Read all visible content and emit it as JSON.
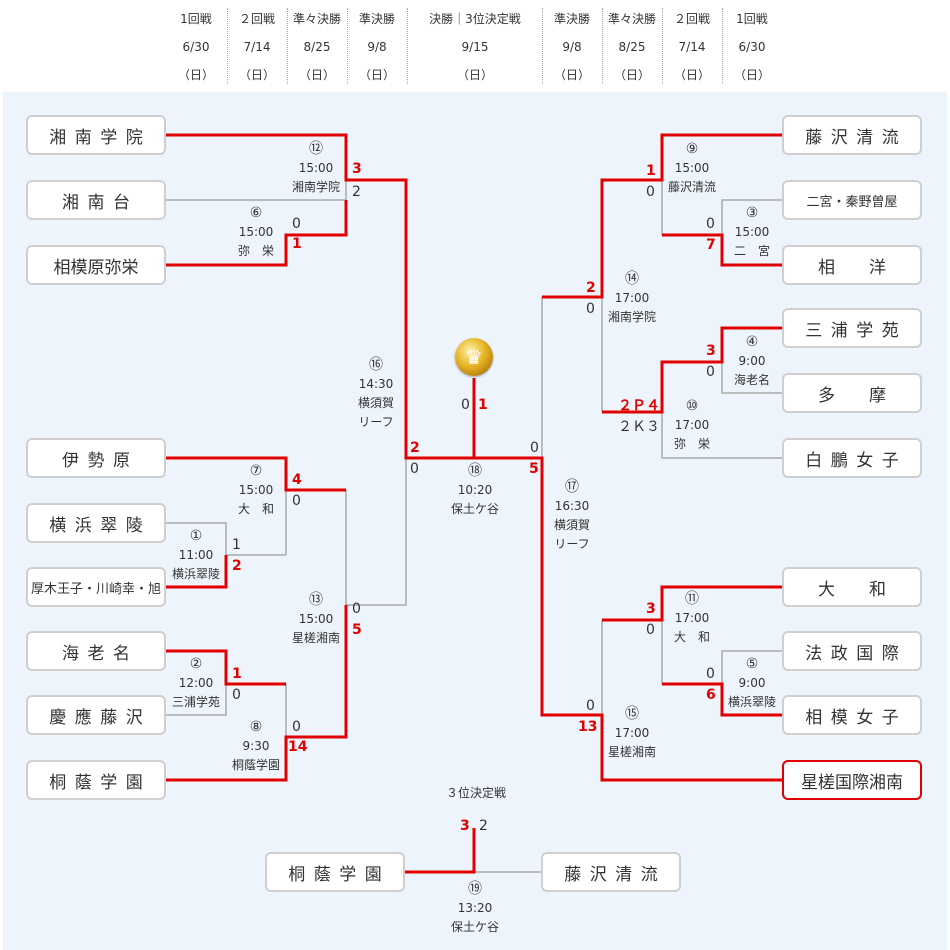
{
  "header": {
    "columns": [
      {
        "round": "1回戦",
        "date": "6/30",
        "day": "（日）"
      },
      {
        "round": "２回戦",
        "date": "7/14",
        "day": "（日）"
      },
      {
        "round": "準々決勝",
        "date": "8/25",
        "day": "（日）"
      },
      {
        "round": "準決勝",
        "date": "9/8",
        "day": "（日）"
      },
      {
        "round": "決勝｜3位決定戦",
        "date": "9/15",
        "day": "（日）"
      },
      {
        "round": "準決勝",
        "date": "9/8",
        "day": "（日）"
      },
      {
        "round": "準々決勝",
        "date": "8/25",
        "day": "（日）"
      },
      {
        "round": "２回戦",
        "date": "7/14",
        "day": "（日）"
      },
      {
        "round": "1回戦",
        "date": "6/30",
        "day": "（日）"
      }
    ]
  },
  "teams": {
    "L1": "湘南学院",
    "L2": "湘南台",
    "L3": "相模原弥栄",
    "L4": "伊勢原",
    "L5": "横浜翠陵",
    "L6": "厚木王子・川崎幸・旭",
    "L7": "海老名",
    "L8": "慶應藤沢",
    "L9": "桐蔭学園",
    "R1": "藤沢清流",
    "R2": "二宮・秦野曽屋",
    "R3": "相　　洋",
    "R4": "三浦学苑",
    "R5": "多　　摩",
    "R6": "白鵬女子",
    "R7": "大　　和",
    "R8": "法政国際",
    "R9": "相模女子",
    "R10": "星槎国際湘南",
    "T1": "桐蔭学園",
    "T2": "藤沢清流"
  },
  "games": {
    "g1": {
      "no": "①",
      "time": "11:00",
      "venue": "横浜翠陵"
    },
    "g2": {
      "no": "②",
      "time": "12:00",
      "venue": "三浦学苑"
    },
    "g3": {
      "no": "③",
      "time": "15:00",
      "venue": "二　宮"
    },
    "g4": {
      "no": "④",
      "time": "9:00",
      "venue": "海老名"
    },
    "g5": {
      "no": "⑤",
      "time": "9:00",
      "venue": "横浜翠陵"
    },
    "g6": {
      "no": "⑥",
      "time": "15:00",
      "venue": "弥　栄"
    },
    "g7": {
      "no": "⑦",
      "time": "15:00",
      "venue": "大　和"
    },
    "g8": {
      "no": "⑧",
      "time": "9:30",
      "venue": "桐蔭学園"
    },
    "g9": {
      "no": "⑨",
      "time": "15:00",
      "venue": "藤沢清流"
    },
    "g10": {
      "no": "⑩",
      "time": "17:00",
      "venue": "弥　栄"
    },
    "g11": {
      "no": "⑪",
      "time": "17:00",
      "venue": "大　和"
    },
    "g12": {
      "no": "⑫",
      "time": "15:00",
      "venue": "湘南学院"
    },
    "g13": {
      "no": "⑬",
      "time": "15:00",
      "venue": "星槎湘南"
    },
    "g14": {
      "no": "⑭",
      "time": "17:00",
      "venue": "湘南学院"
    },
    "g15": {
      "no": "⑮",
      "time": "17:00",
      "venue": "星槎湘南"
    },
    "g16": {
      "no": "⑯",
      "time": "14:30",
      "venue": "横須賀",
      "venue2": "リーフ"
    },
    "g17": {
      "no": "⑰",
      "time": "16:30",
      "venue": "横須賀",
      "venue2": "リーフ"
    },
    "g18": {
      "no": "⑱",
      "time": "10:20",
      "venue": "保土ケ谷"
    },
    "g19": {
      "no": "⑲",
      "time": "13:20",
      "venue": "保土ケ谷"
    }
  },
  "third_place_label": "３位決定戦",
  "scores": {
    "g12_top": "3",
    "g12_bot": "2",
    "g6_top": "0",
    "g6_bot": "1",
    "g7_top": "4",
    "g7_bot": "0",
    "g1_top": "1",
    "g1_bot": "2",
    "g13_top": "0",
    "g13_bot": "5",
    "g2_top": "1",
    "g2_bot": "0",
    "g8_top": "0",
    "g8_bot": "14",
    "g16_top": "2",
    "g16_bot": "0",
    "g18_left": "0",
    "g18_right": "1",
    "g18_L": "2",
    "g18_R": "5",
    "g18_rtop": "0",
    "g9_top": "1",
    "g9_bot": "0",
    "g3_top": "0",
    "g3_bot": "7",
    "g14_top": "2",
    "g14_bot": "0",
    "g4_top": "3",
    "g4_bot": "0",
    "g10_top": "２Ｐ４",
    "g10_bot": "２Ｋ３",
    "g17_top": "0",
    "g17_bot": "5",
    "g11_top": "3",
    "g11_bot": "0",
    "g5_top": "0",
    "g5_bot": "6",
    "g15_top": "0",
    "g15_bot": "13",
    "g19_left": "3",
    "g19_right": "2"
  },
  "colors": {
    "win_line": "#e00000",
    "line": "#aaaaaa",
    "panel": "#eef4fb",
    "box_border": "#cfcfcf"
  },
  "icons": {
    "champion": "crown-icon"
  }
}
